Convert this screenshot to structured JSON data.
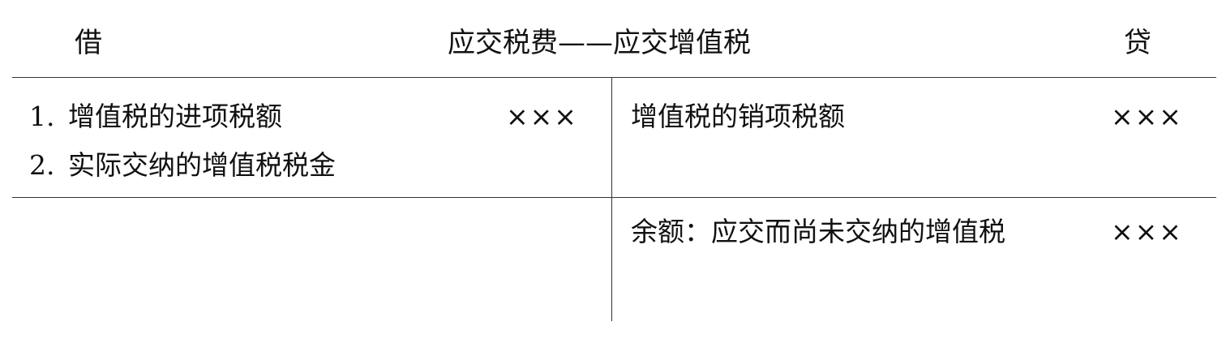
{
  "account": {
    "debit_label": "借",
    "title": "应交税费——应交增值税",
    "credit_label": "贷"
  },
  "debit_entries": [
    {
      "number": "1.",
      "text": "增值税的进项税额",
      "amount": "×××"
    },
    {
      "number": "2.",
      "text": "实际交纳的增值税税金",
      "amount": ""
    }
  ],
  "credit_entries": [
    {
      "text": "增值税的销项税额",
      "amount": "×××"
    }
  ],
  "balance": {
    "text": "余额：应交而尚未交纳的增值税",
    "amount": "×××"
  }
}
